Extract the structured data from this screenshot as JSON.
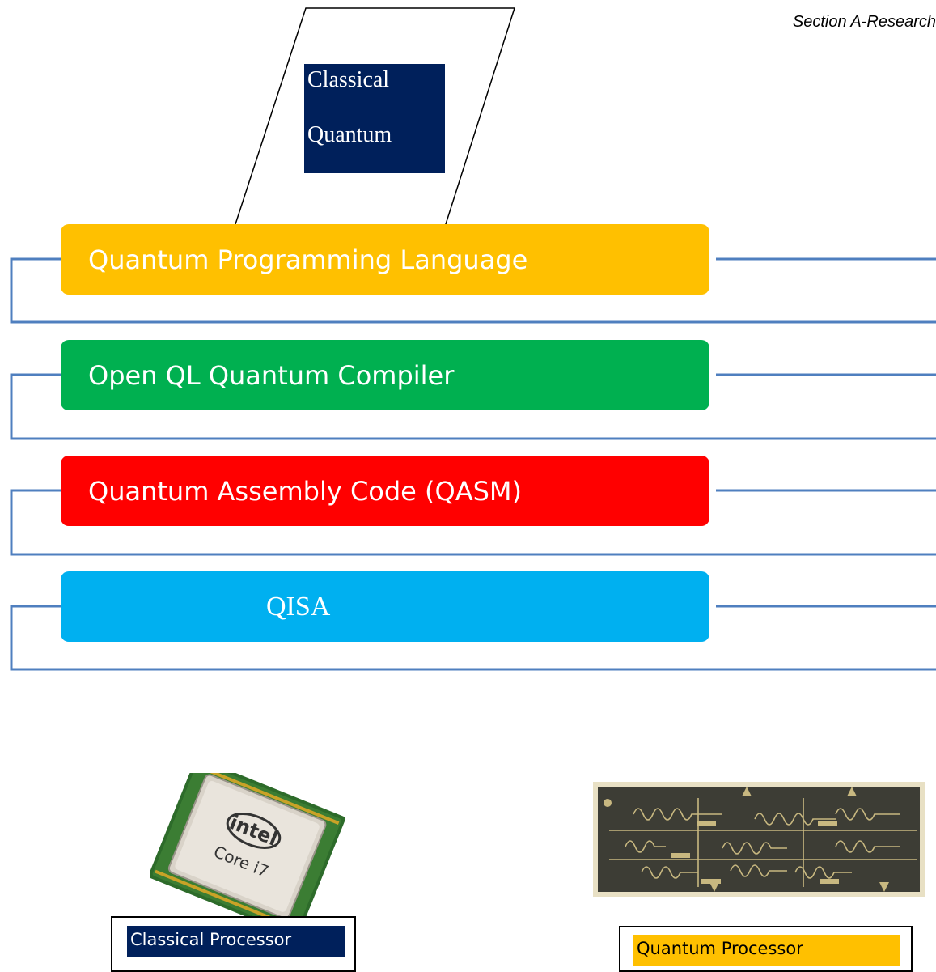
{
  "header": {
    "section_text": "Section A-Research"
  },
  "language_box": {
    "line1": "Classical",
    "line2": "Quantum"
  },
  "layers": [
    {
      "label": "Quantum Programming Language",
      "color": "#ffc000"
    },
    {
      "label": "Open QL Quantum Compiler",
      "color": "#00b050"
    },
    {
      "label": "Quantum Assembly Code (QASM)",
      "color": "#ff0000"
    },
    {
      "label": "QISA",
      "color": "#00b0f0"
    }
  ],
  "processors": {
    "classical": {
      "label": "Classical Processor",
      "chip_brand": "intel",
      "chip_model": "Core i7"
    },
    "quantum": {
      "label": "Quantum Processor"
    }
  },
  "colors": {
    "connector": "#4f7fbf",
    "navy": "#00205b"
  }
}
